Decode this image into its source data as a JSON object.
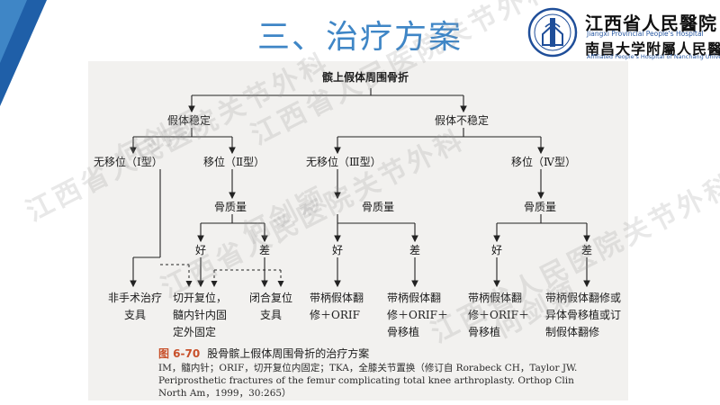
{
  "slide": {
    "title": "三、治疗方案",
    "accent_color": "#3f86c6",
    "corner_color": "#1f5fa8"
  },
  "hospital": {
    "name_cn_1": "江西省人民醫院",
    "name_en_1": "Jiangxi Provincial People's Hospital",
    "name_cn_2": "南昌大学附屬人民醫院",
    "name_en_2": "Affiliated People's Hospital of Nanchang University",
    "logo_icon": "hospital-emblem-icon"
  },
  "flowchart": {
    "root": "髌上假体周围骨折",
    "stable": "假体稳定",
    "unstable": "假体不稳定",
    "stable_nodisp": "无移位（Ⅰ型）",
    "stable_disp": "移位（Ⅱ型）",
    "unstable_nodisp": "无移位（Ⅲ型）",
    "unstable_disp": "移位（Ⅳ型）",
    "bone_quality_1": "骨质量",
    "bone_quality_2": "骨质量",
    "bone_quality_3": "骨质量",
    "good_1": "好",
    "poor_1": "差",
    "good_2": "好",
    "poor_2": "差",
    "good_3": "好",
    "poor_3": "差",
    "leaves": [
      {
        "lines": [
          "非手术治疗",
          "支具"
        ]
      },
      {
        "lines": [
          "切开复位，",
          "髓内针内固",
          "定外固定"
        ]
      },
      {
        "lines": [
          "闭合复位",
          "支具"
        ]
      },
      {
        "lines": [
          "带柄假体翻",
          "修＋ORIF"
        ]
      },
      {
        "lines": [
          "带柄假体翻",
          "修＋ORIF＋",
          "骨移植"
        ]
      },
      {
        "lines": [
          "带柄假体翻",
          "修＋ORIF＋",
          "骨移植"
        ]
      },
      {
        "lines": [
          "带柄假体翻修或",
          "异体骨移植或订",
          "制假体翻修"
        ]
      }
    ]
  },
  "caption": {
    "label": "图 6-70",
    "title": "股骨髌上假体周围骨折的治疗方案",
    "body": "IM，髓内针；ORIF，切开复位内固定；TKA，全膝关节置换（修订自 Rorabeck CH，Taylor JW. Periprosthetic fractures of the femur complicating total knee arthroplasty. Orthop Clin North Am，1999，30:265）"
  },
  "watermark": {
    "line_1": "江西省人民医院关节外科",
    "line_2": "何剑颖"
  }
}
